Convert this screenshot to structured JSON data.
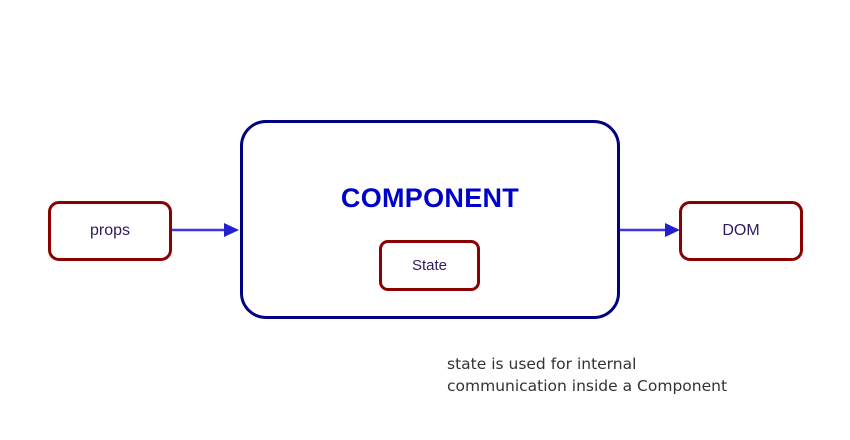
{
  "diagram": {
    "background_color": "#ffffff",
    "nodes": {
      "props": {
        "label": "props",
        "border_color": "#8b0000",
        "text_color": "#2e1a5c"
      },
      "component": {
        "title": "COMPONENT",
        "border_color": "#000080",
        "title_color": "#0000cc"
      },
      "state": {
        "label": "State",
        "border_color": "#8b0000",
        "text_color": "#2e1a5c"
      },
      "dom": {
        "label": "DOM",
        "border_color": "#8b0000",
        "text_color": "#2e1a5c"
      }
    },
    "arrows": {
      "color": "#3b35e0",
      "props_to_component": {
        "from": "props",
        "to": "component"
      },
      "component_to_dom": {
        "from": "component",
        "to": "dom"
      }
    },
    "caption": {
      "text": "state is used for internal\ncommunication inside a Component",
      "color": "#333333"
    }
  }
}
